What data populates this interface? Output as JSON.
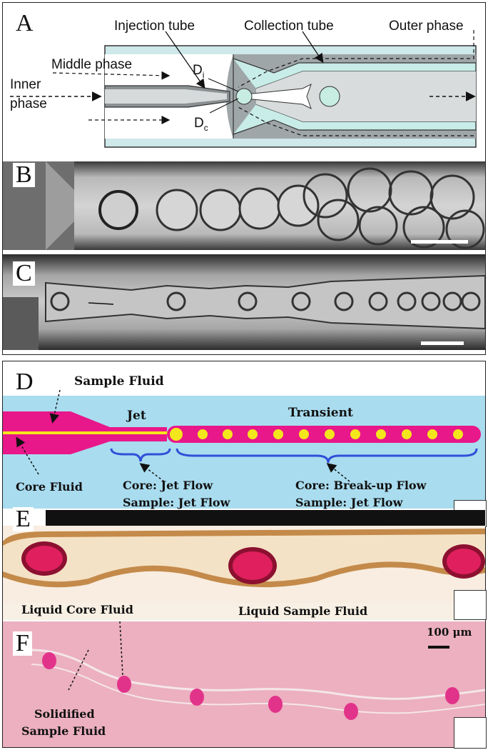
{
  "panels": {
    "a": {
      "letter": "A",
      "injection_tube": "Injection tube",
      "collection_tube": "Collection tube",
      "outer_phase": "Outer phase",
      "middle_phase": "Middle phase",
      "inner_phase_1": "Inner",
      "inner_phase_2": "phase",
      "di_main": "D",
      "di_sub": "i",
      "dc_main": "D",
      "dc_sub": "c"
    },
    "b": {
      "letter": "B"
    },
    "c": {
      "letter": "C"
    },
    "d": {
      "letter": "D",
      "sample_fluid": "Sample Fluid",
      "jet": "Jet",
      "transient": "Transient",
      "core_fluid": "Core Fluid",
      "core_jet": "Core: Jet Flow",
      "sample_jet": "Sample: Jet Flow",
      "core_breakup": "Core: Break-up Flow",
      "sample_jet_2": "Sample: Jet Flow"
    },
    "e": {
      "letter": "E",
      "liquid_core": "Liquid Core Fluid",
      "liquid_sample": "Liquid Sample Fluid"
    },
    "f": {
      "letter": "F",
      "scale": "100 μm",
      "solidified_1": "Solidified",
      "solidified_2": "Sample Fluid"
    }
  },
  "colors": {
    "outer_phase": "#b7dde2",
    "tube_wall": "#c8ece8",
    "magenta": "#e8178a",
    "yellow": "#f4e61c",
    "cyan_bg": "#a9dcef",
    "pink_bg": "#ecb0c0"
  }
}
